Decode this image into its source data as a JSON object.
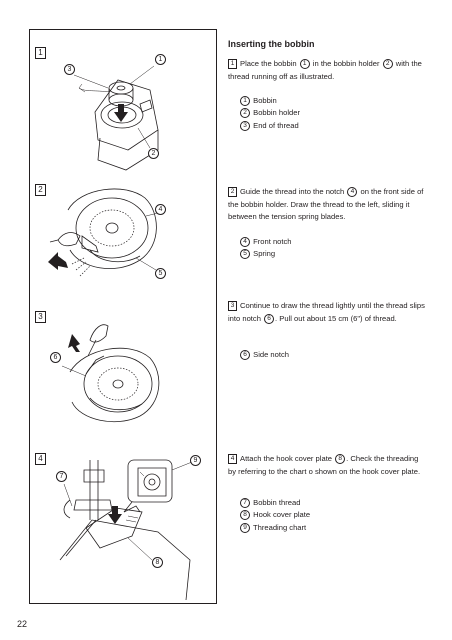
{
  "section_title": "Inserting the bobbin",
  "page_number": "22",
  "steps": [
    {
      "num": "1",
      "text_parts": [
        "Place the bobbin ",
        "1",
        " in the bobbin holder ",
        "2",
        " with the thread running off as illustrated."
      ],
      "legend": [
        {
          "num": "1",
          "label": "Bobbin"
        },
        {
          "num": "2",
          "label": "Bobbin holder"
        },
        {
          "num": "3",
          "label": "End of thread"
        }
      ],
      "figure_labels": [
        "3",
        "1",
        "2"
      ]
    },
    {
      "num": "2",
      "text_parts": [
        "Guide the thread into the notch ",
        "4",
        " on the front side of the bobbin holder. Draw the thread to the left, sliding it between the tension spring blades."
      ],
      "legend": [
        {
          "num": "4",
          "label": "Front notch"
        },
        {
          "num": "5",
          "label": "Spring"
        }
      ],
      "figure_labels": [
        "4",
        "5"
      ]
    },
    {
      "num": "3",
      "text_parts": [
        "Continue to draw the thread lightly until the thread slips into notch ",
        "6",
        ". Pull out about 15 cm (6\") of thread."
      ],
      "legend": [
        {
          "num": "6",
          "label": "Side notch"
        }
      ],
      "figure_labels": [
        "6"
      ]
    },
    {
      "num": "4",
      "text_parts": [
        "Attach the hook cover plate ",
        "8",
        ". Check the threading by referring to the chart o shown on the hook cover plate."
      ],
      "legend": [
        {
          "num": "7",
          "label": "Bobbin thread"
        },
        {
          "num": "8",
          "label": "Hook cover plate"
        },
        {
          "num": "9",
          "label": "Threading chart"
        }
      ],
      "figure_labels": [
        "7",
        "9",
        "8"
      ]
    }
  ]
}
